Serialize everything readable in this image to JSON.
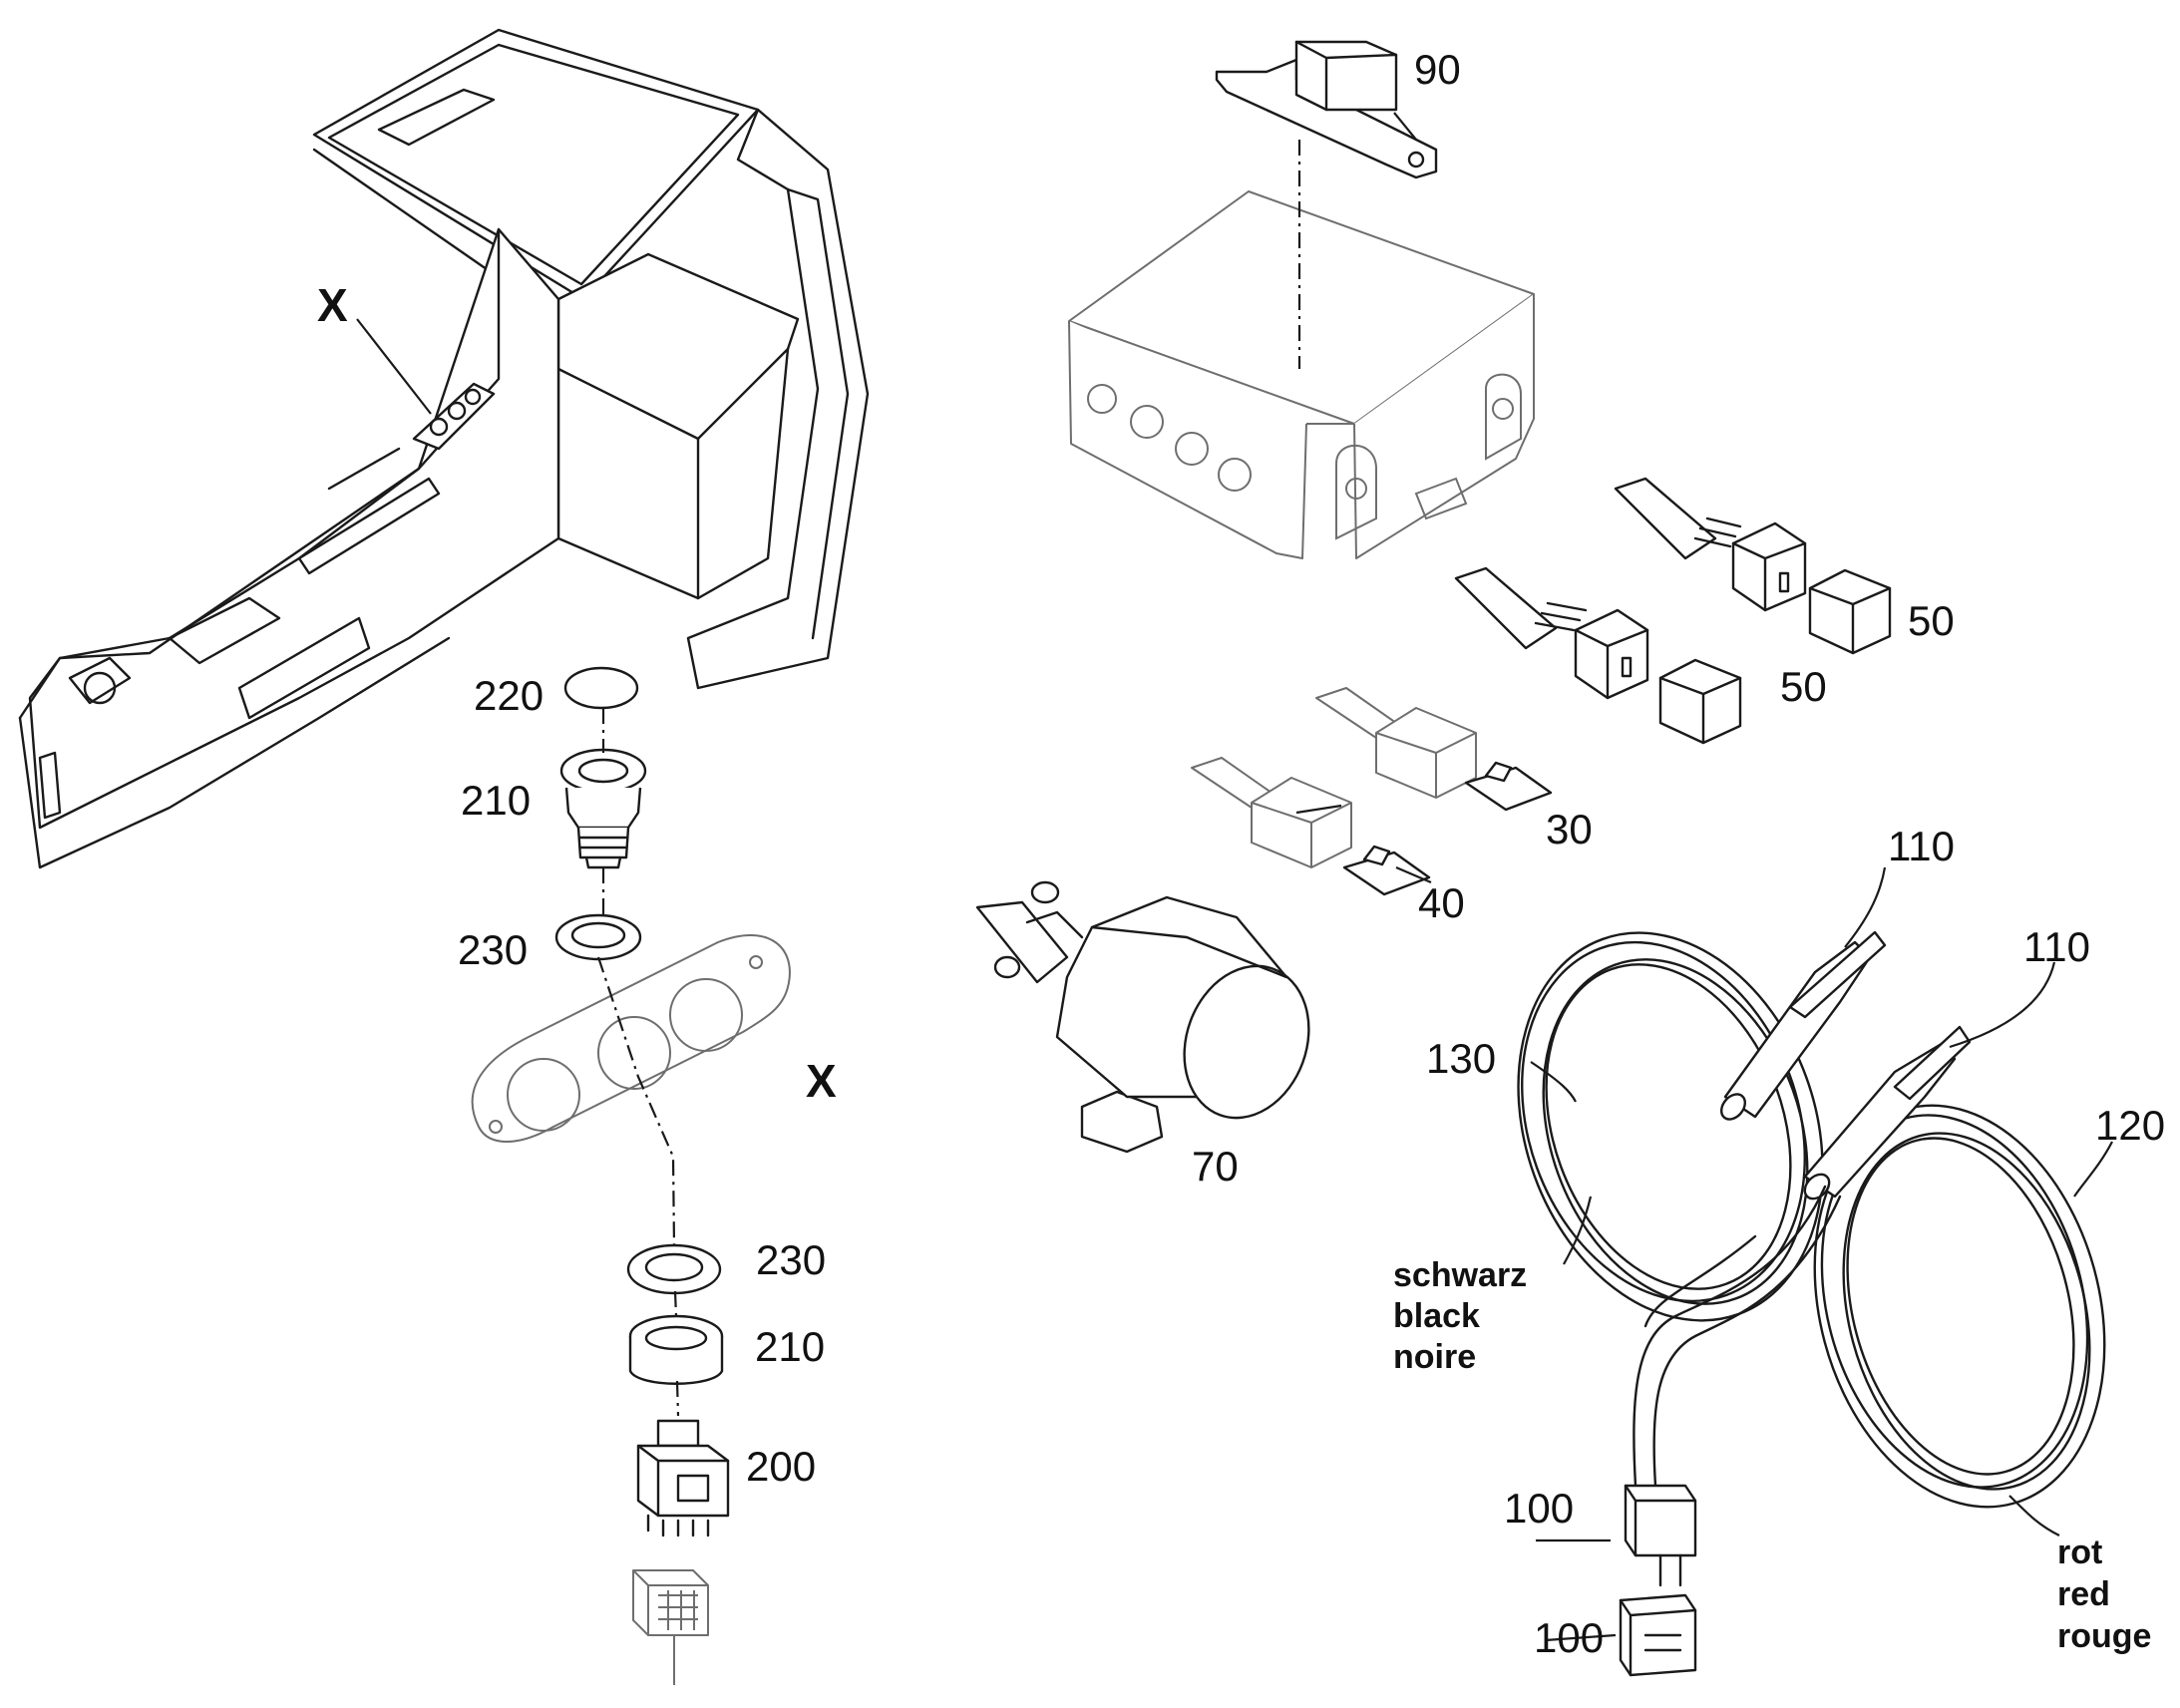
{
  "view_marker": "X",
  "callouts": {
    "c90": "90",
    "c50a": "50",
    "c50b": "50",
    "c30": "30",
    "c40": "40",
    "c70": "70",
    "c110a": "110",
    "c110b": "110",
    "c130": "130",
    "c120": "120",
    "c100a": "100",
    "c100b": "100",
    "c220": "220",
    "c210a": "210",
    "c230a": "230",
    "c230b": "230",
    "c210b": "210",
    "c200": "200"
  },
  "cable_labels": {
    "black": [
      "schwarz",
      "black",
      "noire"
    ],
    "red": [
      "rot",
      "red",
      "rouge"
    ]
  }
}
